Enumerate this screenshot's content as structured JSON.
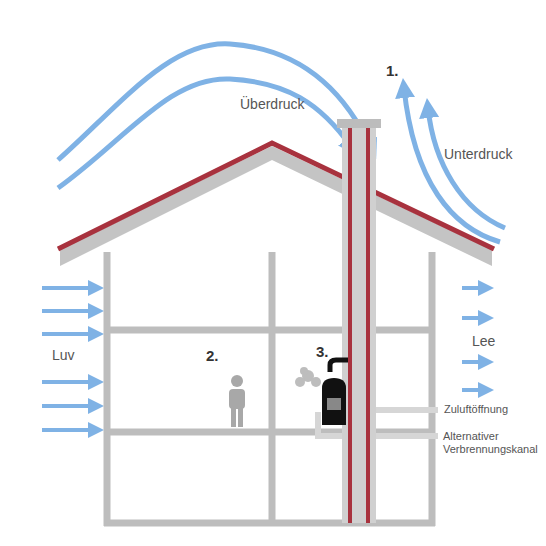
{
  "diagram": {
    "labels": [
      "1.",
      "Überdruck",
      "Unterdruck",
      "Luv",
      "2.",
      "3.",
      "Lee",
      "Zuluftöffnung",
      "Alternativer Verbrennungskanal"
    ]
  }
}
